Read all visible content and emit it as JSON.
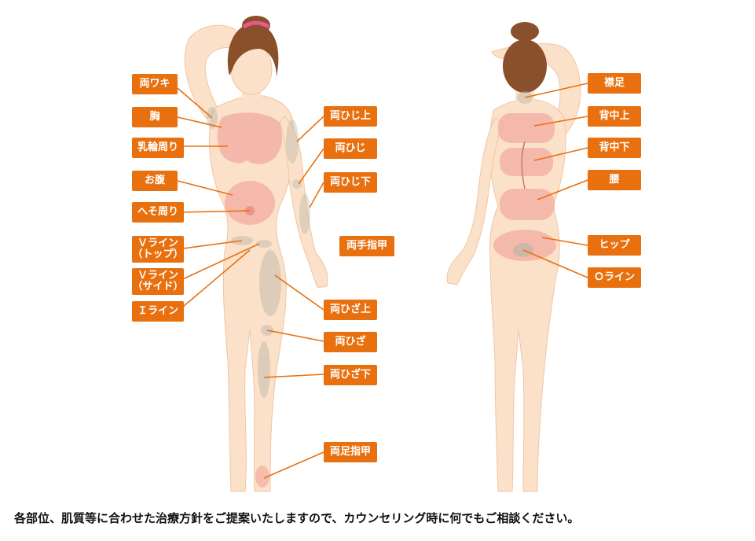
{
  "labels": {
    "ryou_waki": "両ワキ",
    "mune": "胸",
    "nyuurin": "乳輪周り",
    "onaka": "お腹",
    "heso": "へそ周り",
    "vline_top_1": "Ｖライン",
    "vline_top_2": "（トップ）",
    "vline_side_1": "Ｖライン",
    "vline_side_2": "（サイド）",
    "iline": "Ｉライン",
    "hiji_ue": "両ひじ上",
    "hiji": "両ひじ",
    "hiji_shita": "両ひじ下",
    "te_yubi": "両手指甲",
    "hiza_ue": "両ひざ上",
    "hiza": "両ひざ",
    "hiza_shita": "両ひざ下",
    "ashi_yubi": "両足指甲",
    "eriashi": "襟足",
    "senaka_ue": "背中上",
    "senaka_shita": "背中下",
    "koshi": "腰",
    "hip": "ヒップ",
    "oline": "Ｏライン"
  },
  "caption": "各部位、肌質等に合わせた治療方針をご提案いたしますので、カウンセリング時に何でもご相談ください。",
  "colors": {
    "label_bg": "#e8700e",
    "label_text": "#ffffff",
    "leader_line": "#e8700e",
    "skin": "#fbe1c9",
    "skin_outline": "#f0c6a4",
    "zone_pink": "#f2a8a0",
    "zone_gray": "#b8b4a6",
    "hair": "#8a4f2b"
  }
}
